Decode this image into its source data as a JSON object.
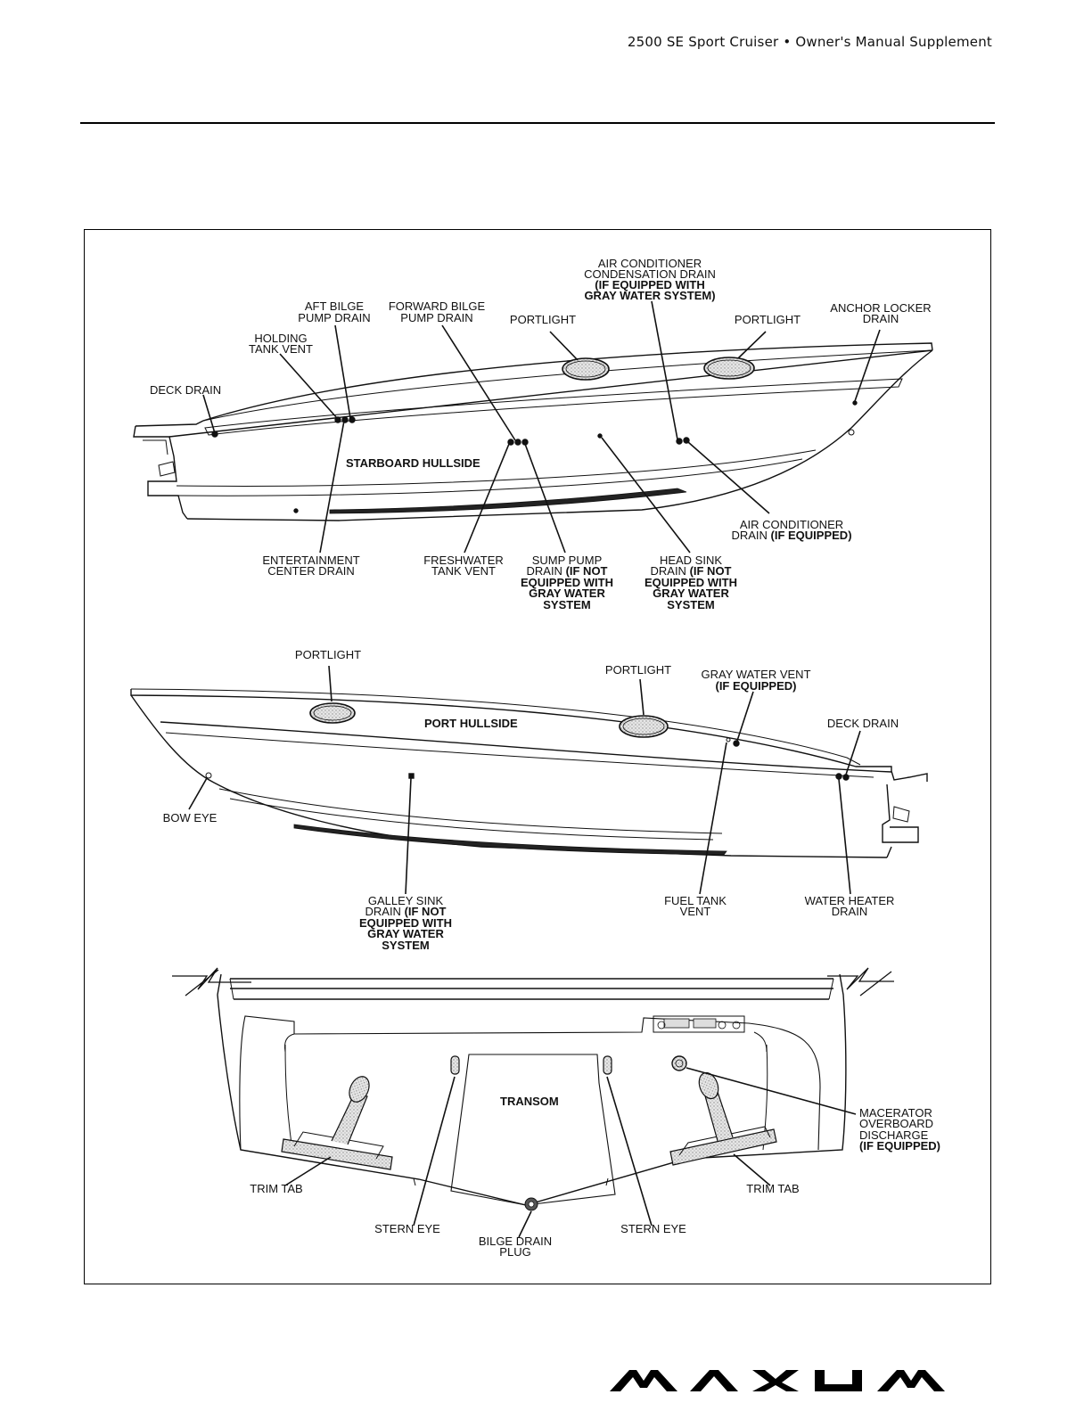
{
  "header": {
    "text": "2500 SE Sport Cruiser  •  Owner's Manual Supplement"
  },
  "starboard": {
    "title": "STARBOARD HULLSIDE",
    "labels": {
      "deck_drain": "DECK DRAIN",
      "holding_tank_vent_1": "HOLDING",
      "holding_tank_vent_2": "TANK VENT",
      "aft_bilge_1": "AFT BILGE",
      "aft_bilge_2": "PUMP DRAIN",
      "fwd_bilge_1": "FORWARD BILGE",
      "fwd_bilge_2": "PUMP DRAIN",
      "portlight_a": "PORTLIGHT",
      "ac_cond_1": "AIR CONDITIONER",
      "ac_cond_2": "CONDENSATION DRAIN",
      "ac_cond_3": "(IF EQUIPPED WITH",
      "ac_cond_4": "GRAY WATER SYSTEM)",
      "portlight_b": "PORTLIGHT",
      "anchor_1": "ANCHOR LOCKER",
      "anchor_2": "DRAIN",
      "ent_1": "ENTERTAINMENT",
      "ent_2": "CENTER DRAIN",
      "fresh_1": "FRESHWATER",
      "fresh_2": "TANK VENT",
      "sump_1": "SUMP PUMP",
      "sump_2a": "DRAIN ",
      "sump_2b": "(IF NOT",
      "sump_3": "EQUIPPED WITH",
      "sump_4": "GRAY WATER",
      "sump_5": "SYSTEM",
      "head_1": "HEAD SINK",
      "head_2a": "DRAIN ",
      "head_2b": "(IF NOT",
      "head_3": "EQUIPPED WITH",
      "head_4": "GRAY WATER",
      "head_5": "SYSTEM",
      "acd_1": "AIR CONDITIONER",
      "acd_2a": "DRAIN ",
      "acd_2b": "(IF EQUIPPED)"
    }
  },
  "port": {
    "title": "PORT HULLSIDE",
    "labels": {
      "portlight_a": "PORTLIGHT",
      "portlight_b": "PORTLIGHT",
      "gray_vent_1": "GRAY WATER VENT",
      "gray_vent_2": "(IF EQUIPPED)",
      "deck_drain": "DECK DRAIN",
      "bow_eye": "BOW EYE",
      "galley_1": "GALLEY SINK",
      "galley_2a": "DRAIN ",
      "galley_2b": "(IF NOT",
      "galley_3": "EQUIPPED WITH",
      "galley_4": "GRAY WATER",
      "galley_5": "SYSTEM",
      "fuel_1": "FUEL TANK",
      "fuel_2": "VENT",
      "heater_1": "WATER HEATER",
      "heater_2": "DRAIN"
    }
  },
  "transom": {
    "title": "TRANSOM",
    "labels": {
      "macerator_1": "MACERATOR",
      "macerator_2": "OVERBOARD",
      "macerator_3": "DISCHARGE",
      "macerator_4": "(IF EQUIPPED)",
      "trim_tab_left": "TRIM TAB",
      "trim_tab_right": "TRIM TAB",
      "stern_eye_left": "STERN EYE",
      "stern_eye_right": "STERN EYE",
      "bilge_1": "BILGE DRAIN",
      "bilge_2": "PLUG"
    }
  },
  "brand": {
    "logo_text": "MAXUM"
  }
}
